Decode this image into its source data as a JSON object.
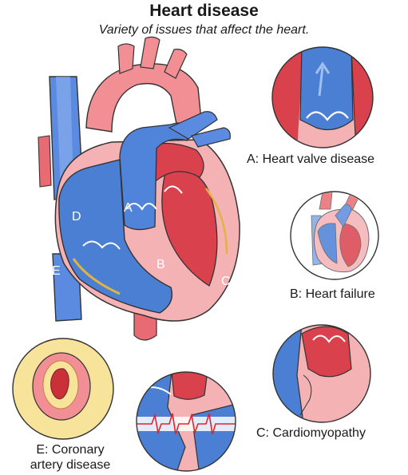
{
  "header": {
    "title": "Heart disease",
    "subtitle": "Variety of issues that affect the heart."
  },
  "heart_labels": {
    "a": "A",
    "b": "B",
    "c": "C",
    "d": "D",
    "e": "E"
  },
  "insets": {
    "valve_caption": "A: Heart valve disease",
    "failure_caption": "B: Heart failure",
    "cardiomyopathy_caption": "C: Cardiomyopathy",
    "coronary_caption_line1": "E: Coronary",
    "coronary_caption_line2": "artery disease"
  },
  "colors": {
    "red_chamber": "#d9414c",
    "pink_wall": "#f4a9ad",
    "blue_chamber": "#4a7fd4",
    "light_blue": "#7fa7e6",
    "yellow_fat": "#f7e39a",
    "ecg_line": "#e0242a"
  }
}
